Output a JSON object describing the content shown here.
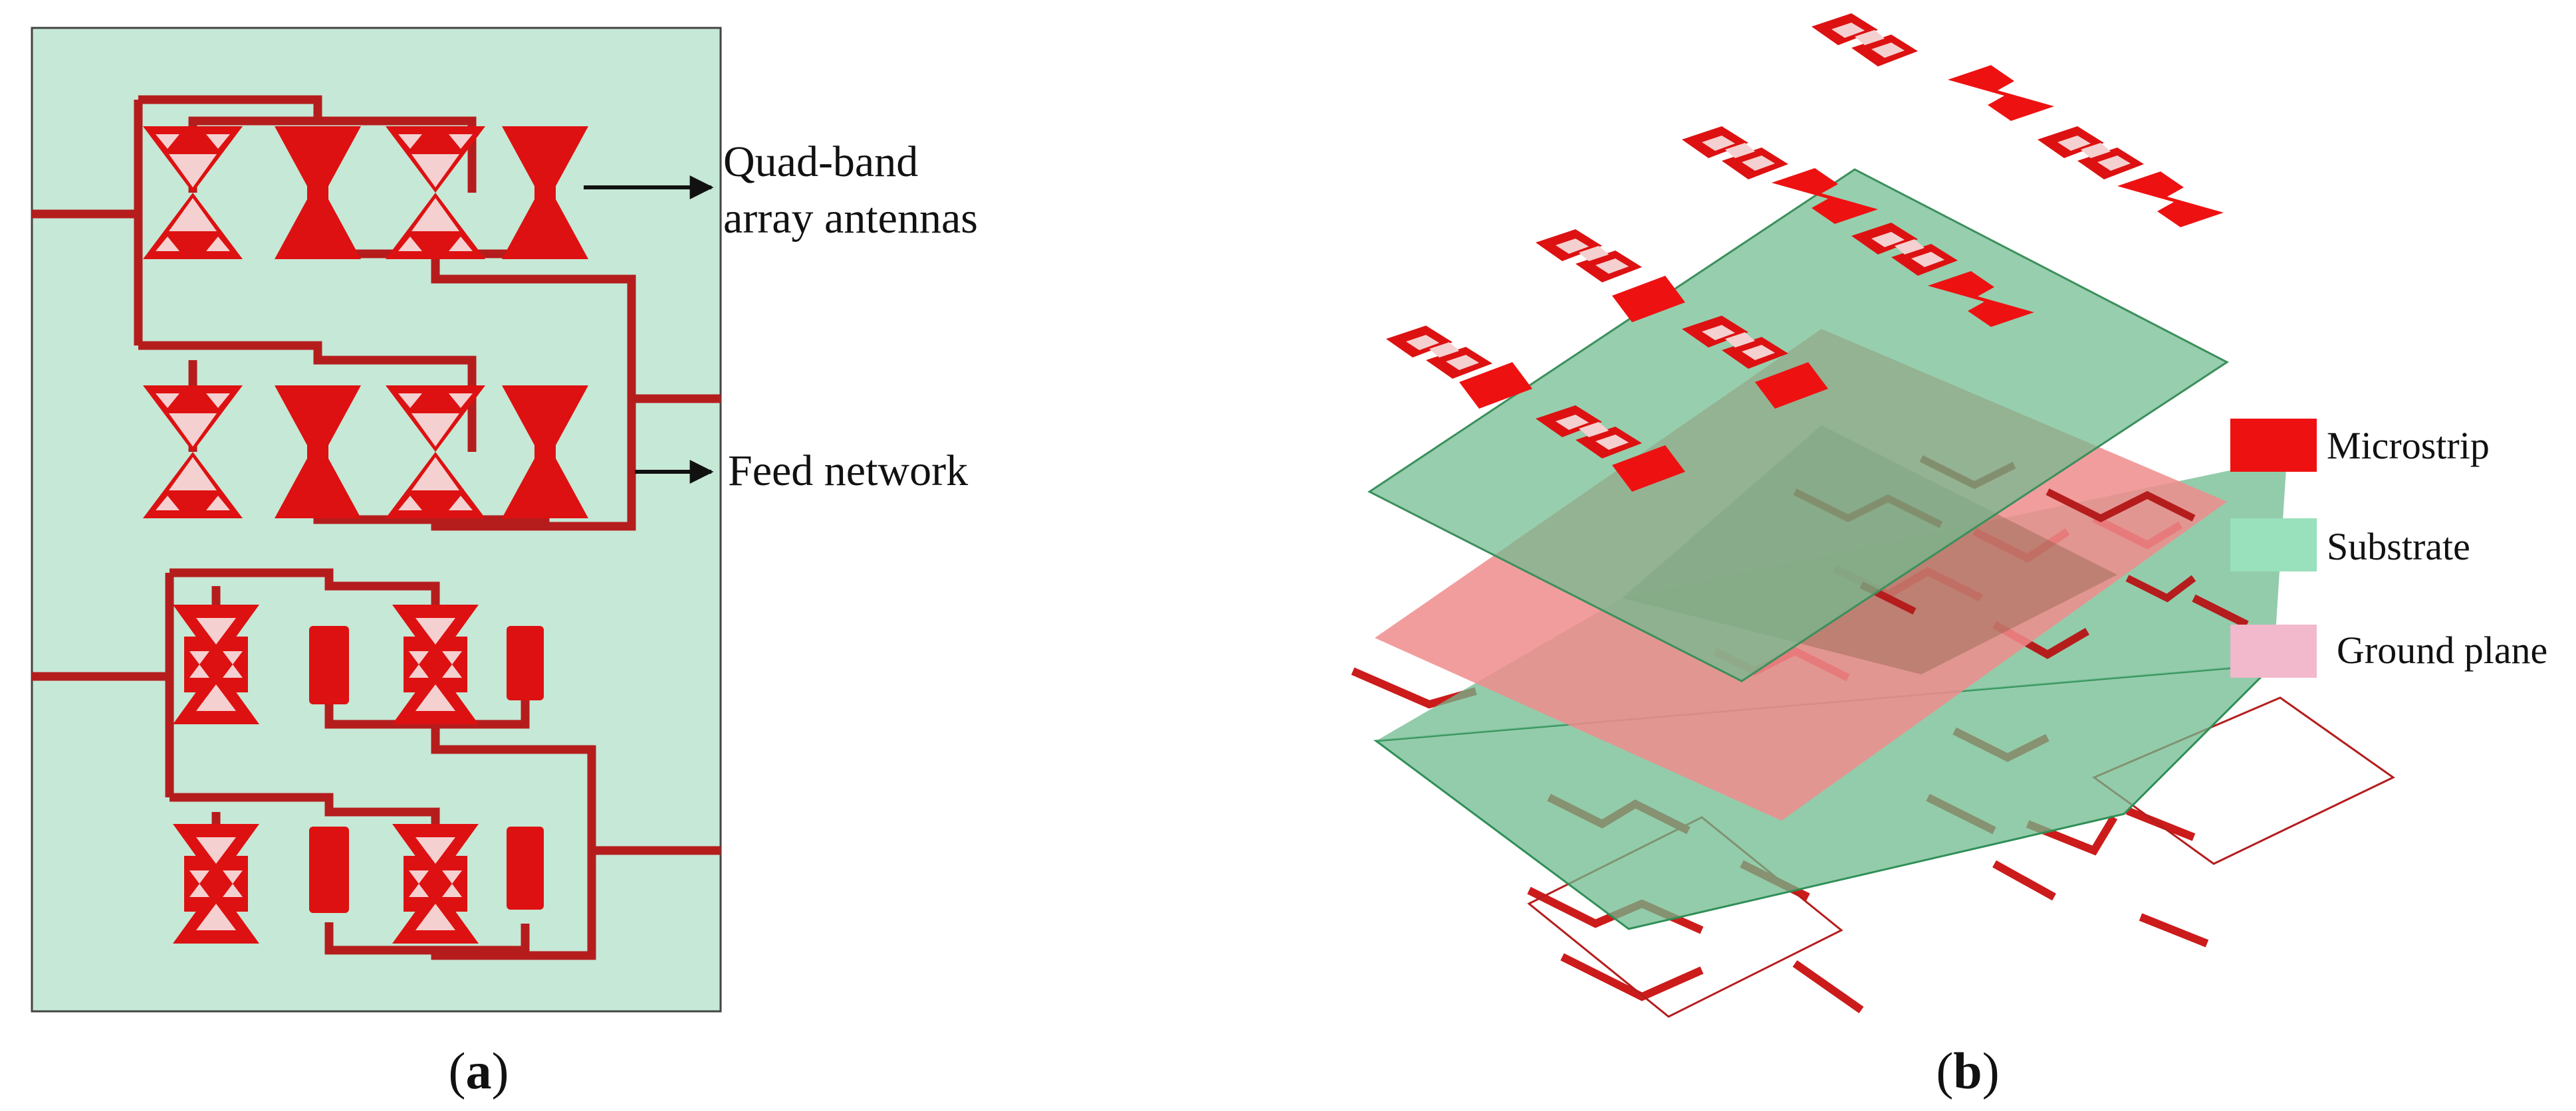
{
  "panel_a": {
    "callouts": [
      "Quad-band",
      "array antennas",
      "Feed network"
    ],
    "caption": {
      "open": "(",
      "letter": "a",
      "close": ")"
    }
  },
  "panel_b": {
    "legend": [
      {
        "label": "Microstrip",
        "color": "#ee1111"
      },
      {
        "label": "Substrate",
        "color": "#99e0bc"
      },
      {
        "label": "Ground plane",
        "color": "#f2b8cc"
      }
    ],
    "caption": {
      "open": "(",
      "letter": "b",
      "close": ")"
    }
  },
  "colors": {
    "copper": "#dd1111",
    "feed": "#b51d1d",
    "substrate_panel": "#c6e8d6",
    "substrate_layer": "#6fbb8f",
    "ground_layer": "#f08c8c"
  }
}
